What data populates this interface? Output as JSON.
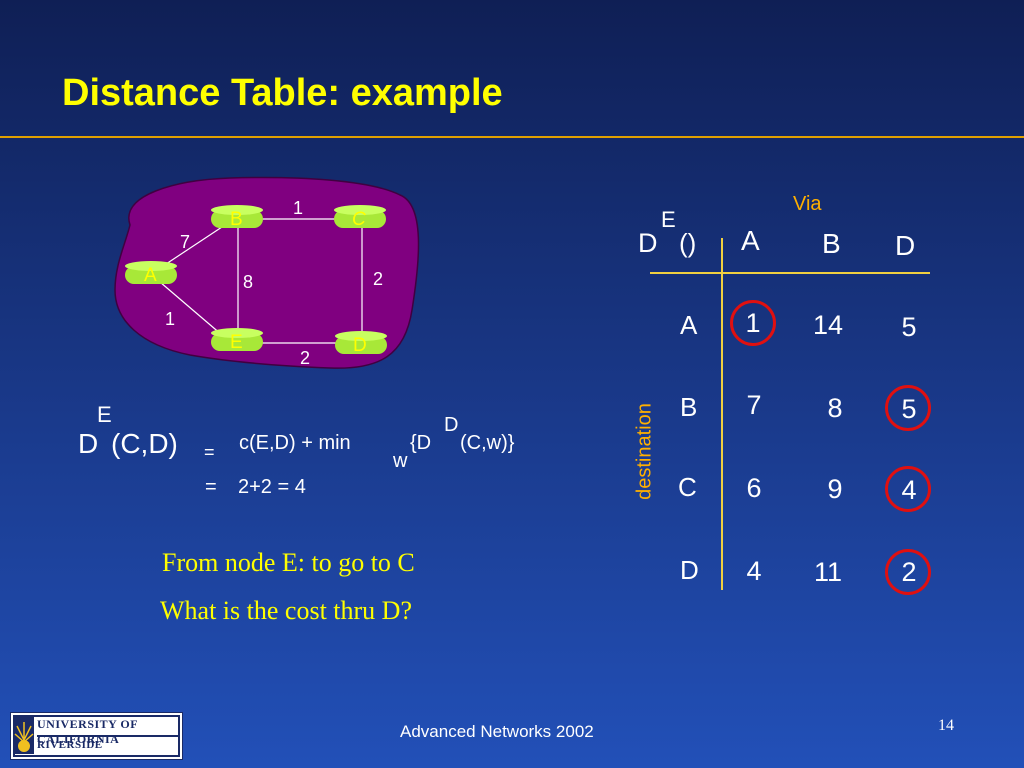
{
  "slide": {
    "title": "Distance Table: example",
    "footer": "Advanced Networks 2002",
    "page_number": "14"
  },
  "graph": {
    "nodes": [
      {
        "id": "A",
        "label": "A"
      },
      {
        "id": "B",
        "label": "B"
      },
      {
        "id": "C",
        "label": "C"
      },
      {
        "id": "D",
        "label": "D"
      },
      {
        "id": "E",
        "label": "E"
      }
    ],
    "edges": [
      {
        "from": "B",
        "to": "C",
        "cost": "1"
      },
      {
        "from": "A",
        "to": "B",
        "cost": "7"
      },
      {
        "from": "B",
        "to": "E",
        "cost": "8"
      },
      {
        "from": "C",
        "to": "D",
        "cost": "2"
      },
      {
        "from": "A",
        "to": "E",
        "cost": "1"
      },
      {
        "from": "E",
        "to": "D",
        "cost": "2"
      }
    ],
    "colors": {
      "cloud": "#800080",
      "node": "#b0f040",
      "node_text": "#ffff00"
    }
  },
  "formula": {
    "lhs_d": "D",
    "lhs_sup": "E",
    "lhs_args": "(C,D)",
    "eq1": "=",
    "line1_a": "c(E,D) + min",
    "line1_sub": "w",
    "line1_b": "{D",
    "line1_sup": "D",
    "line1_c": "(C,w)}",
    "eq2": "=",
    "line2": "2+2  = 4"
  },
  "question": {
    "line1": "From node E: to go to C",
    "line2": "What is the cost thru D?"
  },
  "table": {
    "via_label": "Via",
    "destination_label": "destination",
    "corner_d": "D",
    "corner_sup": "E",
    "corner_parens": "()",
    "columns": [
      "A",
      "B",
      "D"
    ],
    "rows": [
      {
        "label": "A",
        "values": [
          "1",
          "14",
          "5"
        ]
      },
      {
        "label": "B",
        "values": [
          "7",
          "8",
          "5"
        ]
      },
      {
        "label": "C",
        "values": [
          "6",
          "9",
          "4"
        ]
      },
      {
        "label": "D",
        "values": [
          "4",
          "11",
          "2"
        ]
      }
    ],
    "circle_color": "#e01010",
    "line_color": "#f0d040"
  },
  "logo": {
    "line1": "UNIVERSITY OF CALIFORNIA",
    "line2": "RIVERSIDE"
  }
}
